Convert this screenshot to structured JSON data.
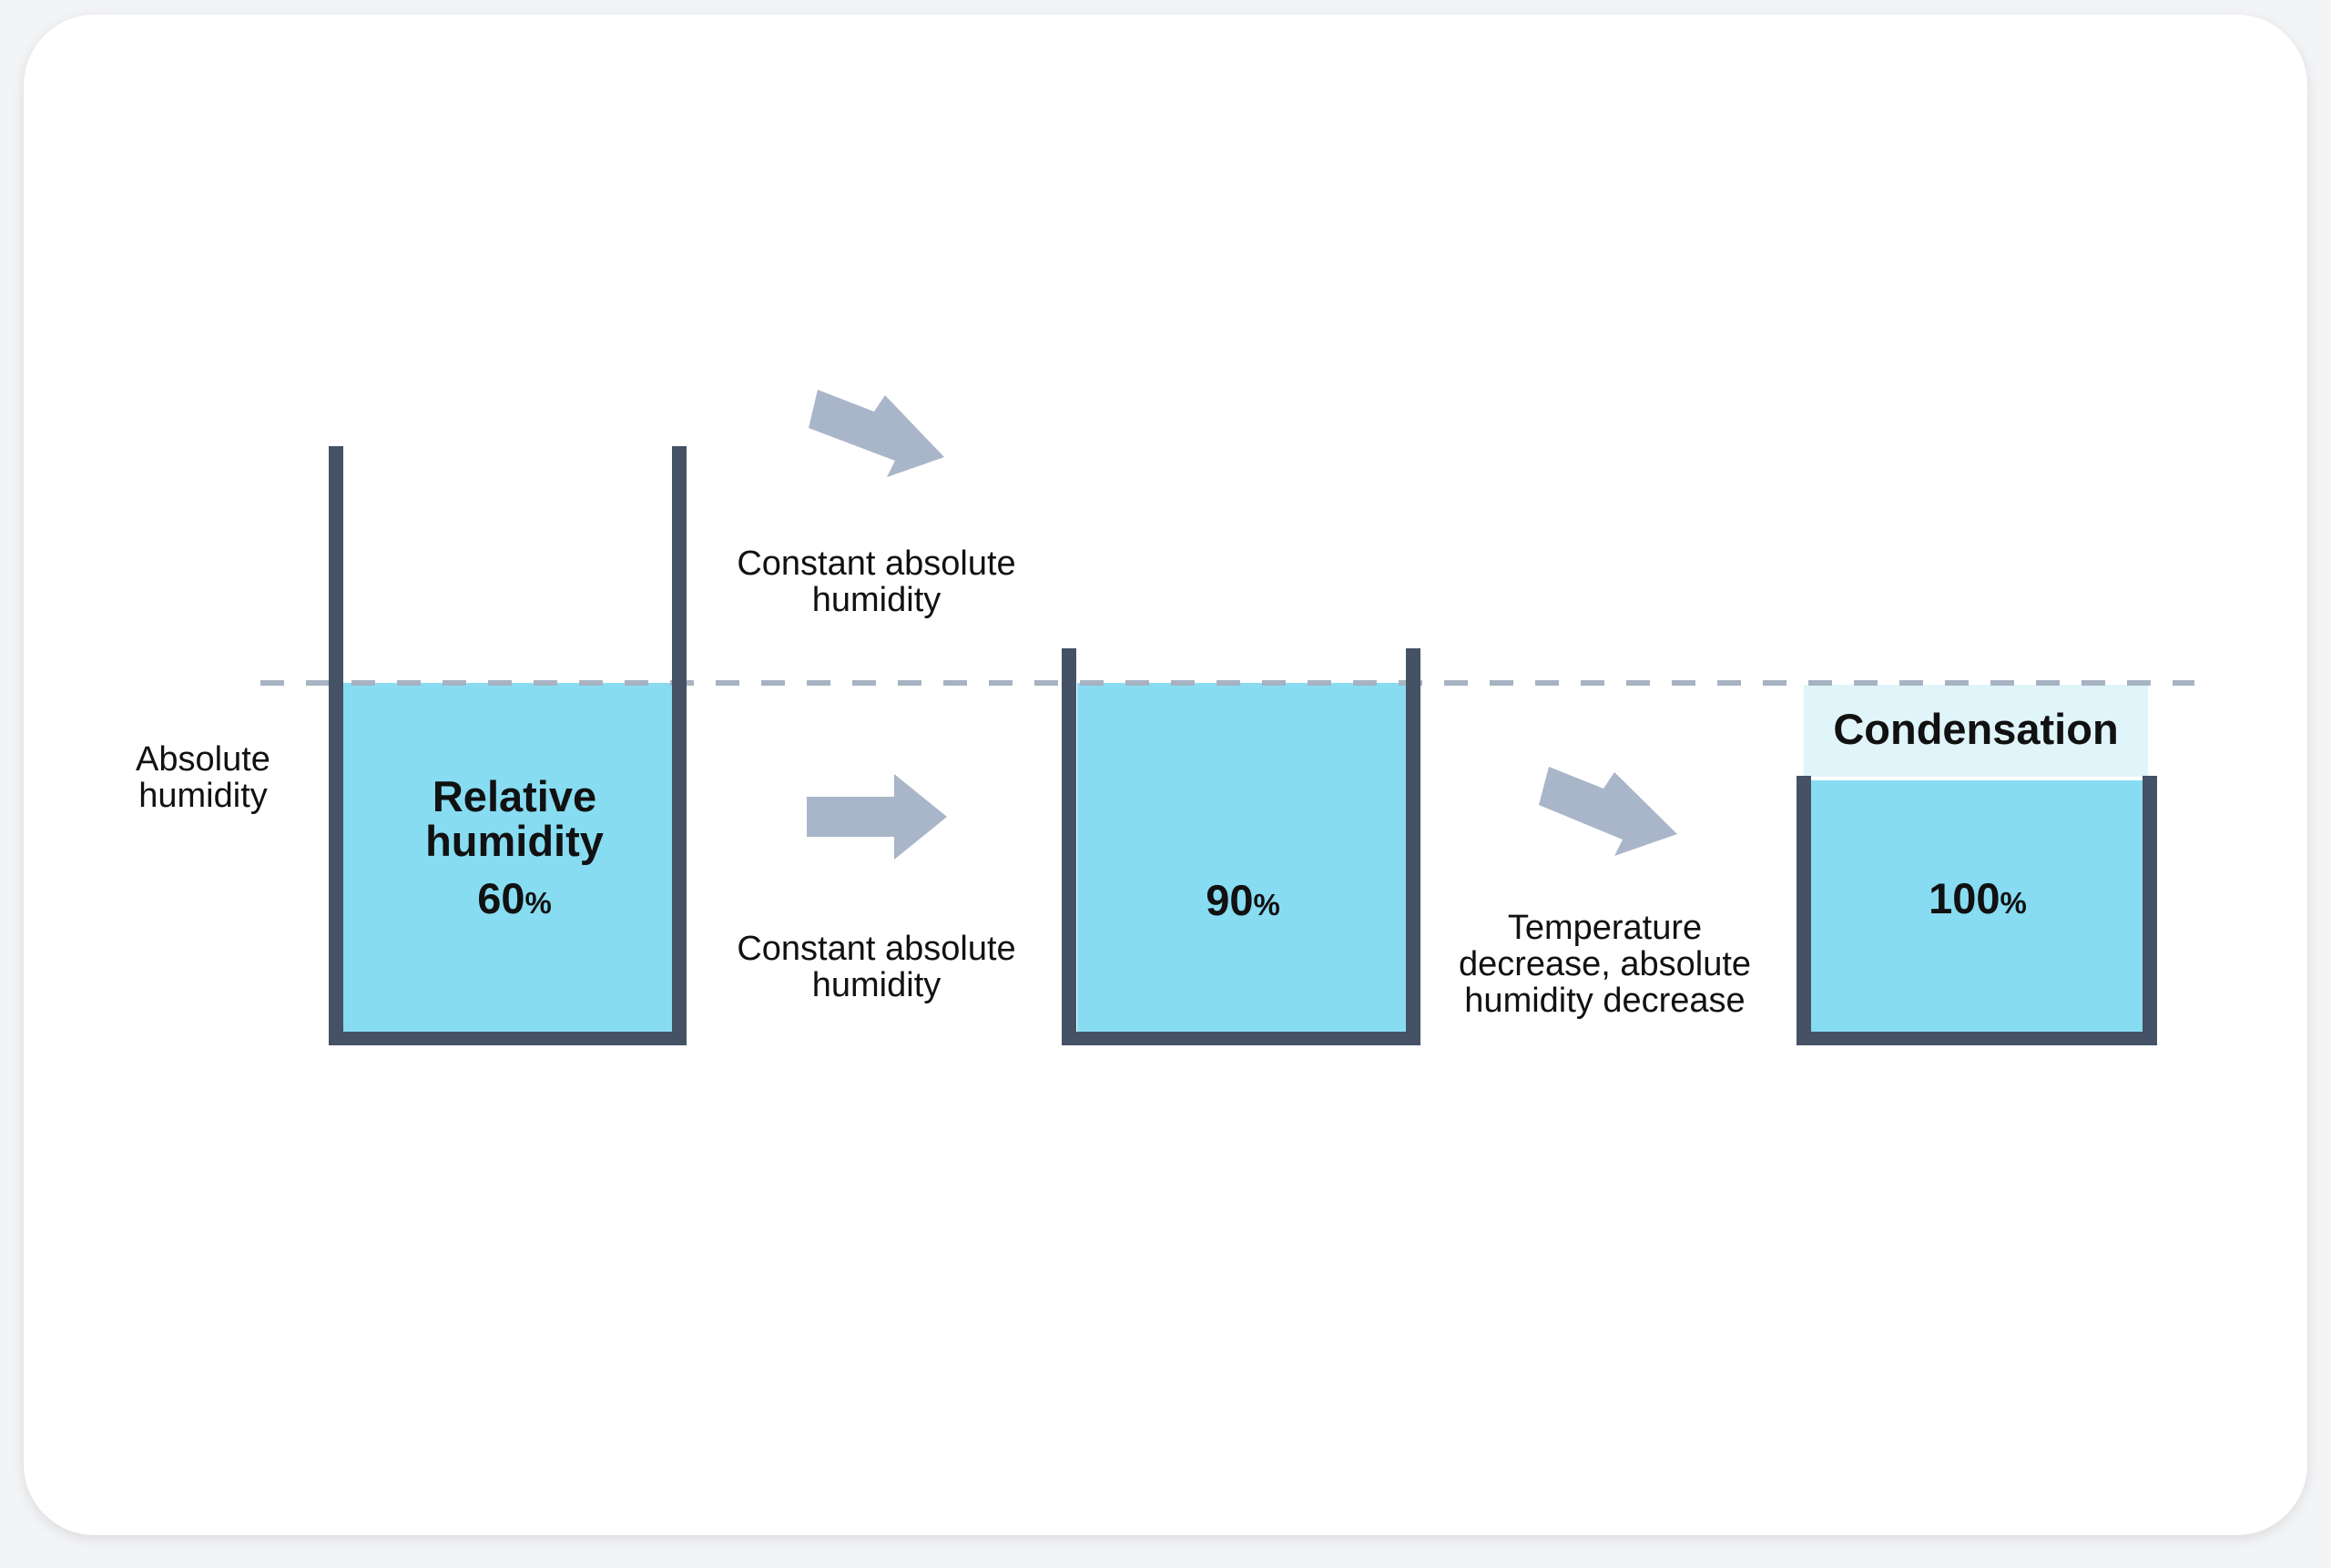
{
  "colors": {
    "tank_wall": "#455265",
    "water": "#87dcf2",
    "condensation": "#e0f5fa",
    "arrow": "#a9b6c9",
    "dash_line": "#a7b3c2"
  },
  "icons": [
    "arrow-right-icon",
    "arrow-down-right-icon"
  ],
  "absolute_humidity_label": "Absolute humidity",
  "tanks": [
    {
      "title": "Relative humidity",
      "value": "60",
      "unit": "%",
      "fill_level": 0.6
    },
    {
      "value": "90",
      "unit": "%",
      "fill_level": 0.9
    },
    {
      "condensation_label": "Condensation",
      "value": "100",
      "unit": "%",
      "fill_level": 1.0
    }
  ],
  "transitions": [
    {
      "label": "Constant absolute humidity"
    },
    {
      "label": "Constant absolute humidity"
    },
    {
      "label": "Temperature decrease, absolute humidity decrease"
    }
  ]
}
